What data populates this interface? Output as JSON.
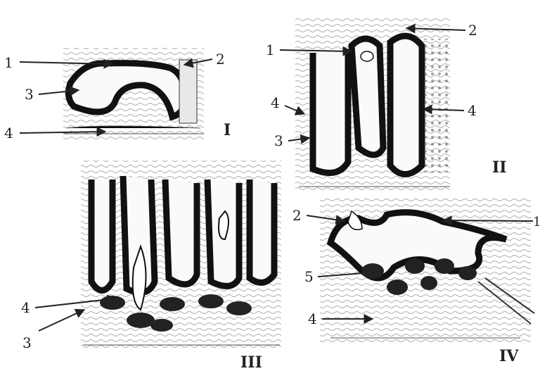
{
  "panels": [
    {
      "id": "I",
      "label": "I",
      "labels": [
        {
          "text": "1"
        },
        {
          "text": "2"
        },
        {
          "text": "3"
        },
        {
          "text": "4"
        }
      ]
    },
    {
      "id": "II",
      "label": "II",
      "labels": [
        {
          "text": "1"
        },
        {
          "text": "2"
        },
        {
          "text": "4"
        },
        {
          "text": "4"
        },
        {
          "text": "3"
        }
      ]
    },
    {
      "id": "III",
      "label": "III",
      "labels": [
        {
          "text": "4"
        },
        {
          "text": "3"
        }
      ]
    },
    {
      "id": "IV",
      "label": "IV",
      "labels": [
        {
          "text": "2"
        },
        {
          "text": "1"
        },
        {
          "text": "5"
        },
        {
          "text": "4"
        }
      ]
    }
  ]
}
